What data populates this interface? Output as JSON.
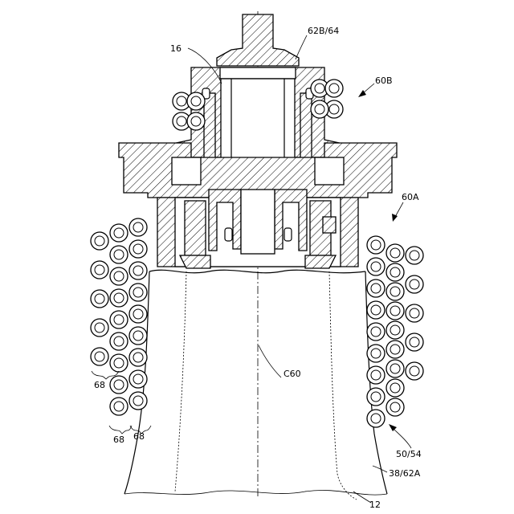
{
  "labels": {
    "l_62b64": "62B/64",
    "l_16": "16",
    "l_60b": "60B",
    "l_60a": "60A",
    "l_c60": "C60",
    "l_68a": "68",
    "l_68b": "68",
    "l_68c": "68",
    "l_5054": "50/54",
    "l_3862a": "38/62A",
    "l_12": "12"
  }
}
